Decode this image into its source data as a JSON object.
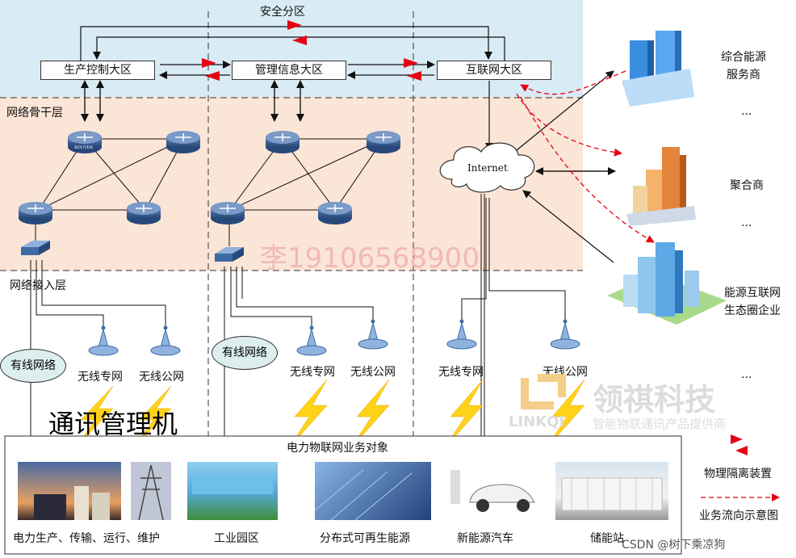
{
  "zones": {
    "security_title": "安全分区",
    "production": "生产控制大区",
    "management": "管理信息大区",
    "internet_zone": "互联网大区"
  },
  "layers": {
    "backbone": "网络骨干层",
    "access": "网络接入层"
  },
  "network": {
    "internet": "Internet",
    "router_tag": "ROUTER",
    "wired": "有线网络",
    "wireless_private": "无线专网",
    "wireless_public": "无线公网"
  },
  "right_entities": {
    "energy_provider_line1": "综合能源",
    "energy_provider_line2": "服务商",
    "aggregator": "聚合商",
    "ecosystem_line1": "能源互联网",
    "ecosystem_line2": "生态圈企业",
    "ellipsis": "..."
  },
  "legend": {
    "isolation": "物理隔离装置",
    "flow": "业务流向示意图"
  },
  "bottom": {
    "big_label": "通讯管理机",
    "title": "电力物联网业务对象",
    "items": [
      "电力生产、传输、运行、维护",
      "工业园区",
      "分布式可再生能源",
      "新能源汽车",
      "储能站"
    ]
  },
  "watermarks": {
    "phone": "李19106568900",
    "brand_cn": "领祺科技",
    "brand_en": "LINKQI",
    "brand_tagline": "智能物联通讯产品提供商",
    "csdn": "CSDN @树下乘凉狗"
  },
  "colors": {
    "security_bg": "#d9ebf4",
    "backbone_bg": "#fbe5d6",
    "isolation_red": "#e60012",
    "flow_red": "#e60012",
    "bolt_yellow": "#ffd21a"
  }
}
